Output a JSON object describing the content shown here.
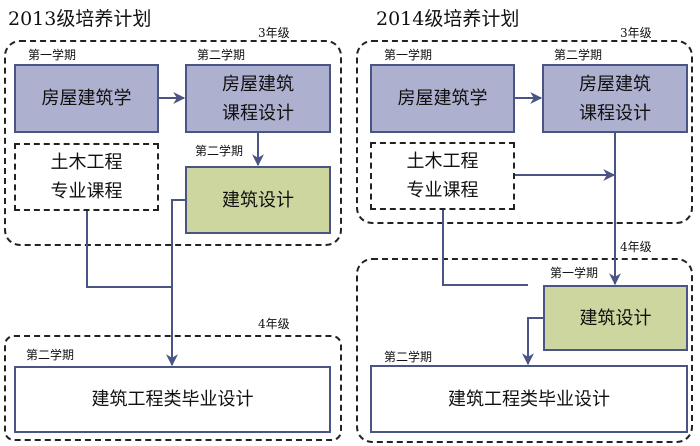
{
  "left": {
    "title": "2013级培养计划",
    "year3_label": "3年级",
    "year4_label": "4年级",
    "sem1_label": "第一学期",
    "sem2_label_top": "第二学期",
    "sem2_label_mid": "第二学期",
    "sem2_label_bottom": "第二学期",
    "box_housing": "房屋建筑学",
    "box_course_design_line1": "房屋建筑",
    "box_course_design_line2": "课程设计",
    "box_civil_line1": "土木工程",
    "box_civil_line2": "专业课程",
    "box_arch_design": "建筑设计",
    "box_graduation": "建筑工程类毕业设计"
  },
  "right": {
    "title": "2014级培养计划",
    "year3_label": "3年级",
    "year4_label": "4年级",
    "sem1_label_top": "第一学期",
    "sem2_label_top": "第二学期",
    "sem1_label_bottom": "第一学期",
    "sem2_label_bottom": "第二学期",
    "box_housing": "房屋建筑学",
    "box_course_design_line1": "房屋建筑",
    "box_course_design_line2": "课程设计",
    "box_civil_line1": "土木工程",
    "box_civil_line2": "专业课程",
    "box_arch_design": "建筑设计",
    "box_graduation": "建筑工程类毕业设计"
  },
  "colors": {
    "purple_fill": "#aeb0cf",
    "green_fill": "#cdd69e",
    "line": "#4a5585"
  }
}
